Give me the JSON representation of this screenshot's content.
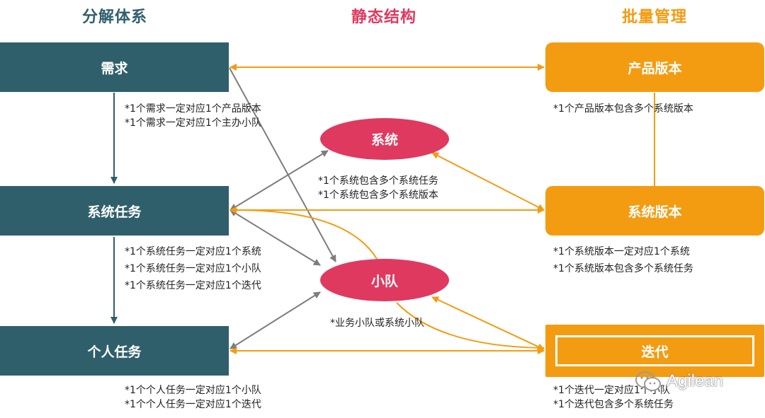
{
  "headers": {
    "left": "分解体系",
    "middle": "静态结构",
    "right": "批量管理"
  },
  "colors": {
    "teal": "#2f5f6b",
    "orange": "#f39c12",
    "pink": "#e0395f",
    "gray_arrow": "#888888"
  },
  "left_boxes": {
    "requirement": "需求",
    "system_task": "系统任务",
    "personal_task": "个人任务"
  },
  "middle_nodes": {
    "system": "系统",
    "team": "小队"
  },
  "right_boxes": {
    "product_version": "产品版本",
    "system_version": "系统版本",
    "iteration": "迭代"
  },
  "notes": {
    "requirement": [
      "*1个需求一定对应1个产品版本",
      "*1个需求一定对应1个主办小队"
    ],
    "system_task": [
      "*1个系统任务一定对应1个系统",
      "*1个系统任务一定对应1个小队",
      "*1个系统任务一定对应1个迭代"
    ],
    "personal_task": [
      "*1个个人任务一定对应1个小队",
      "*1个个人任务一定对应1个迭代"
    ],
    "system": [
      "*1个系统包含多个系统任务",
      "*1个系统包含多个系统版本"
    ],
    "team": [
      "*业务小队或系统小队"
    ],
    "product_version": [
      "*1个产品版本包含多个系统版本"
    ],
    "system_version": [
      "*1个系统版本一定对应1个系统",
      "*1个系统版本包含多个系统任务"
    ],
    "iteration": [
      "*1个迭代一定对应1个小队",
      "*1个迭代包含多个系统任务"
    ]
  },
  "watermark": {
    "text": "Agilean",
    "icon": "wechat-icon"
  }
}
